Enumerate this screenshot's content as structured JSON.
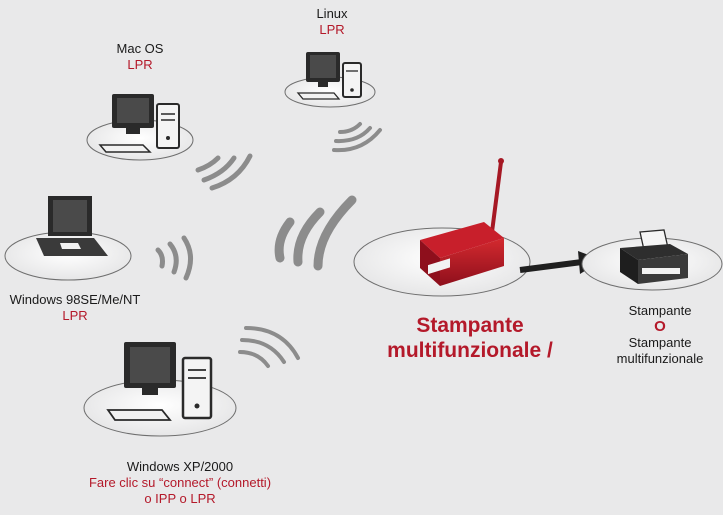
{
  "nodes": {
    "mac": {
      "name": "Mac OS",
      "protocol": "LPR"
    },
    "linux": {
      "name": "Linux",
      "protocol": "LPR"
    },
    "windows98": {
      "name": "Windows 98SE/Me/NT",
      "protocol": "LPR"
    },
    "windowsxp": {
      "name": "Windows XP/2000",
      "line1": "Fare clic su “connect” (connetti)",
      "line2": "o IPP o LPR"
    }
  },
  "server": {
    "line1": "Stampante",
    "line2": "multifunzionale /"
  },
  "printer": {
    "line1": "Stampante",
    "or": "O",
    "line2": "Stampante",
    "line3": "multifunzionale"
  },
  "colors": {
    "accent": "#b4192a",
    "background": "#e9e9ea",
    "wave": "#8c8c8c",
    "device_dark": "#2a2a2a",
    "device_light": "#f2f2f2"
  }
}
